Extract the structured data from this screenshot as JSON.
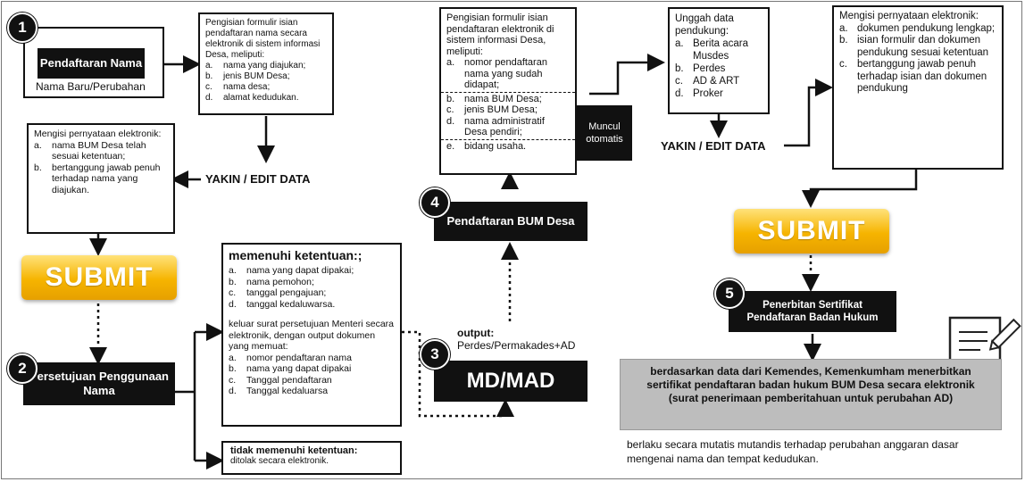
{
  "step1": {
    "num": "1",
    "title": "Pendaftaran Nama",
    "subtitle": "Nama Baru/Perubahan"
  },
  "form_box": {
    "intro": "Pengisian formulir isian pendaftaran nama secara elektronik di sistem informasi Desa, meliputi:",
    "items": [
      {
        "m": "a.",
        "t": "nama yang diajukan;"
      },
      {
        "m": "b.",
        "t": "jenis BUM Desa;"
      },
      {
        "m": "c.",
        "t": "nama desa;"
      },
      {
        "m": "d.",
        "t": "alamat kedudukan."
      }
    ]
  },
  "statement_box": {
    "intro": "Mengisi pernyataan elektronik:",
    "items": [
      {
        "m": "a.",
        "t": "nama BUM Desa telah sesuai ketentuan;"
      },
      {
        "m": "b.",
        "t": "bertanggung jawab penuh terhadap nama yang diajukan."
      }
    ]
  },
  "yakin_left": "YAKIN / EDIT DATA",
  "submit_left": "SUBMIT",
  "step2": {
    "num": "2",
    "title": "Persetujuan Penggunaan Nama"
  },
  "meets_box": {
    "title": "memenuhi ketentuan:;",
    "items": [
      {
        "m": "a.",
        "t": "nama yang dapat dipakai;"
      },
      {
        "m": "b.",
        "t": "nama pemohon;"
      },
      {
        "m": "c.",
        "t": "tanggal pengajuan;"
      },
      {
        "m": "d.",
        "t": "tanggal kedaluwarsa."
      }
    ],
    "para": "keluar surat persetujuan  Menteri secara elektronik, dengan output dokumen yang memuat:",
    "items2": [
      {
        "m": "a.",
        "t": "nomor pendaftaran nama"
      },
      {
        "m": "b.",
        "t": "nama yang dapat dipakai"
      },
      {
        "m": "c.",
        "t": "Tanggal pendaftaran"
      },
      {
        "m": "d.",
        "t": "Tanggal kedaluarsa"
      }
    ]
  },
  "not_meets_box": {
    "title": "tidak memenuhi ketentuan:",
    "text": "ditolak secara elektronik."
  },
  "step3": {
    "num": "3",
    "title": "MD/MAD",
    "output_label": "output:",
    "output_text": "Perdes/Permakades+AD"
  },
  "step4": {
    "num": "4",
    "title": "Pendaftaran BUM Desa"
  },
  "form_box2": {
    "intro": "Pengisian formulir isian pendaftaran elektronik di sistem informasi Desa, meliputi:",
    "item_a": {
      "m": "a.",
      "t": "nomor pendaftaran nama yang sudah didapat;"
    },
    "items_auto": [
      {
        "m": "b.",
        "t": "nama BUM Desa;"
      },
      {
        "m": "c.",
        "t": "jenis BUM Desa;"
      },
      {
        "m": "d.",
        "t": "nama administratif Desa pendiri;"
      }
    ],
    "item_e": {
      "m": "e.",
      "t": "bidang usaha."
    },
    "auto_label": "Muncul otomatis"
  },
  "upload_box": {
    "intro": "Unggah data pendukung:",
    "items": [
      {
        "m": "a.",
        "t": "Berita acara Musdes"
      },
      {
        "m": "b.",
        "t": "Perdes"
      },
      {
        "m": "c.",
        "t": "AD & ART"
      },
      {
        "m": "d.",
        "t": "Proker"
      }
    ]
  },
  "yakin_right": "YAKIN / EDIT DATA",
  "statement_box2": {
    "intro": "Mengisi pernyataan elektronik:",
    "items": [
      {
        "m": "a.",
        "t": "dokumen pendukung lengkap;"
      },
      {
        "m": "b.",
        "t": "isian formulir dan dokumen pendukung sesuai ketentuan"
      },
      {
        "m": "c.",
        "t": "bertanggung jawab penuh terhadap isian dan dokumen pendukung"
      }
    ]
  },
  "submit_right": "SUBMIT",
  "step5": {
    "num": "5",
    "title": "Penerbitan Sertifikat Pendaftaran Badan Hukum"
  },
  "result_box": {
    "line1": "berdasarkan data dari Kemendes, Kemenkumham menerbitkan sertifikat pendaftaran badan hukum BUM Desa secara elektronik",
    "line2": "(surat penerimaan pemberitahuan untuk perubahan AD)"
  },
  "footnote": "berlaku secara mutatis mutandis terhadap perubahan anggaran dasar mengenai nama dan tempat kedudukan.",
  "colors": {
    "accent_yellow": "#f6b400",
    "dark": "#111111",
    "grey_box": "#bdbdbd"
  },
  "icons": {
    "document": "document-pen-icon"
  }
}
